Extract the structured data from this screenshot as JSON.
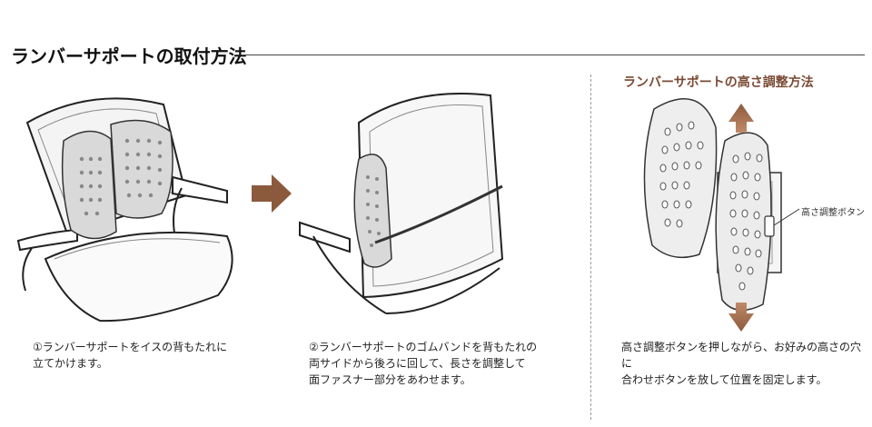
{
  "header": {
    "title": "ランバーサポートの取付方法"
  },
  "adjust": {
    "title": "ランバーサポートの高さ調整方法",
    "callout": "高さ調整ボタン"
  },
  "steps": [
    {
      "text": "①ランバーサポートをイスの背もたれに\n立てかけます。"
    },
    {
      "text": "②ランバーサポートのゴムバンドを背もたれの\n両サイドから後ろに回して、長さを調整して\n面ファスナー部分をあわせます。"
    },
    {
      "text": "高さ調整ボタンを押しながら、お好みの高さの穴に\n合わせボタンを放して位置を固定します。"
    }
  ],
  "colors": {
    "arrow": "#8b5a3c",
    "accent": "#7a4a34",
    "arrow_gradient_end": "#c08a6a"
  }
}
